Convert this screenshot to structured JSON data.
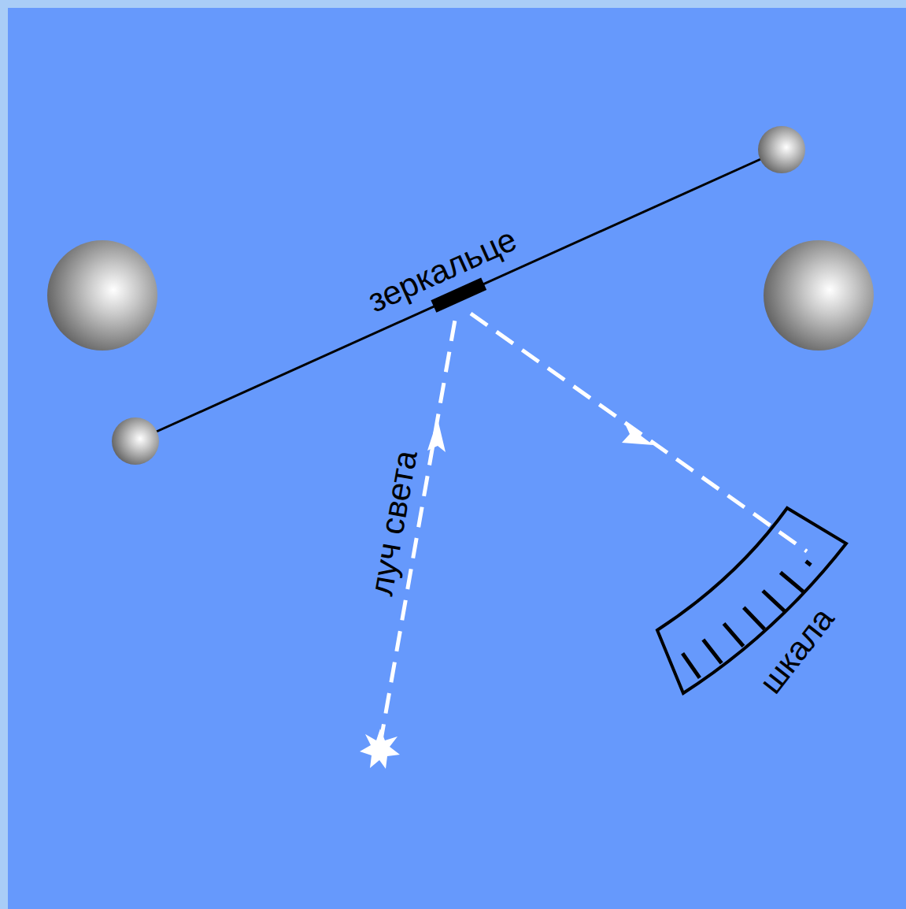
{
  "diagram": {
    "labels": [
      "зеркальце",
      "луч света",
      "шкала"
    ]
  }
}
